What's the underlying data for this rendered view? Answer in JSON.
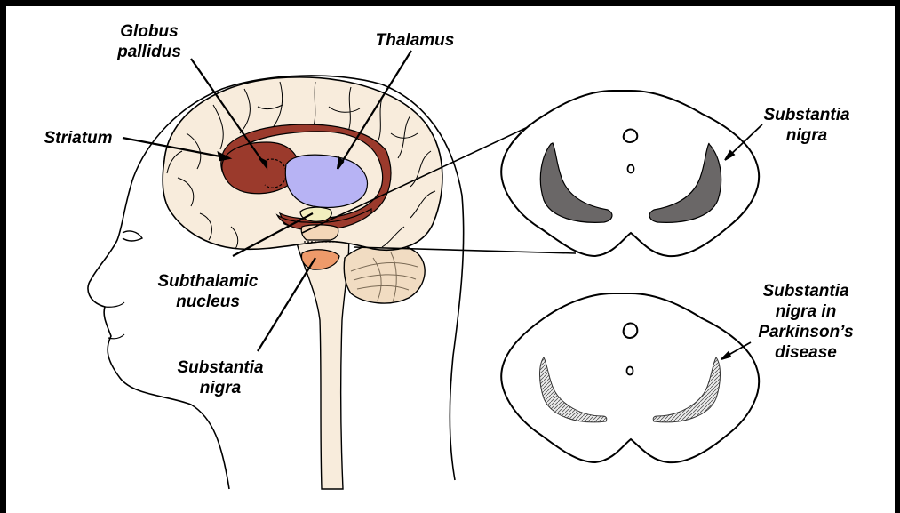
{
  "labels": {
    "globus_pallidus": [
      "Globus",
      "pallidus"
    ],
    "thalamus": "Thalamus",
    "striatum": "Striatum",
    "subthalamic_nucleus": [
      "Subthalamic",
      "nucleus"
    ],
    "substantia_nigra_brain": [
      "Substantia",
      "nigra"
    ],
    "substantia_nigra_normal": [
      "Substantia",
      "nigra"
    ],
    "substantia_nigra_parkinsons": [
      "Substantia",
      "nigra in",
      "Parkinson’s",
      "disease"
    ]
  },
  "colors": {
    "striatum": "#9b3a2c",
    "thalamus": "#b7b3f4",
    "brain_tissue": "#f8ecdc",
    "subthalamic": "#f2efbf",
    "substantia_nigra_brain": "#ee9a6a",
    "midbrain": "#f3d6b8",
    "nigra_normal": "#6a6767",
    "nigra_parkinsons": "#cfcfcf"
  }
}
